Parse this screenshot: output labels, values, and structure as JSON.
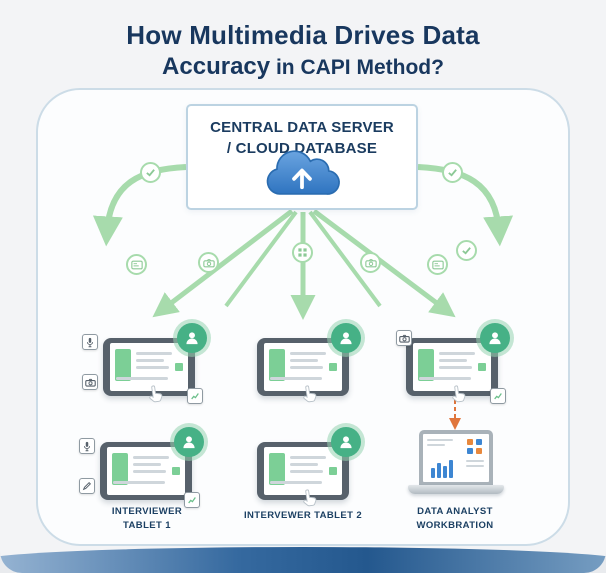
{
  "title": {
    "line1": "How Multimedia Drives Data",
    "line2_accent": "Accuracy",
    "line2_rest": " in CAPI Method?"
  },
  "server": {
    "line1": "CENTRAL DATA SERVER",
    "line2": "/ CLOUD DATABASE"
  },
  "labels": {
    "tablet1_line1": "INTERVIEWER",
    "tablet1_line2": "TABLET 1",
    "tablet2": "INTERVEWER TABLET 2",
    "analyst_line1": "DATA ANALYST",
    "analyst_line2": "WORKBRATION"
  },
  "colors": {
    "arrow_green": "#a7dbac",
    "navy": "#18375e",
    "cloud_blue": "#3c86d2",
    "avatar_green": "#46b186",
    "orange_dashed": "#e0763c"
  },
  "icons": [
    "cloud-upload-icon",
    "check-icon",
    "camera-icon",
    "id-card-icon",
    "grid-icon",
    "mic-icon",
    "pen-icon",
    "chart-icon",
    "person-icon",
    "hand-tap-icon"
  ]
}
